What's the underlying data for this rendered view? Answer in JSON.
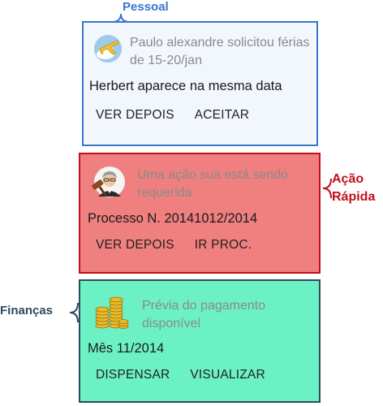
{
  "cards": [
    {
      "tag": "Pessoal",
      "icon": "airplane-cloud-icon",
      "headline": "Paulo alexandre solicitou férias de 15-20/jan",
      "detail": "Herbert aparece na mesma data",
      "actions": [
        "VER DEPOIS",
        "ACEITAR"
      ],
      "colors": {
        "background": "#f2f7fd",
        "border": "#3a74d0",
        "tag": "#3a74d0"
      }
    },
    {
      "tag": "Ação Rápida",
      "tag_lines": [
        "Ação",
        "Rápida"
      ],
      "icon": "judge-gavel-icon",
      "headline": "Uma ação sua está sendo requerida",
      "detail": "Processo N. 20141012/2014",
      "actions": [
        "VER DEPOIS",
        "IR PROC."
      ],
      "colors": {
        "background": "#f07f7f",
        "border": "#c0101a",
        "tag": "#c0101a"
      }
    },
    {
      "tag": "Finanças",
      "icon": "gold-coins-icon",
      "headline": "Prévia do pagamento disponível",
      "detail": "Mês 11/2014",
      "actions": [
        "DISPENSAR",
        "VISUALIZAR"
      ],
      "colors": {
        "background": "#6cf1c5",
        "border": "#2d4b5c",
        "tag": "#2d4b5c"
      }
    }
  ]
}
